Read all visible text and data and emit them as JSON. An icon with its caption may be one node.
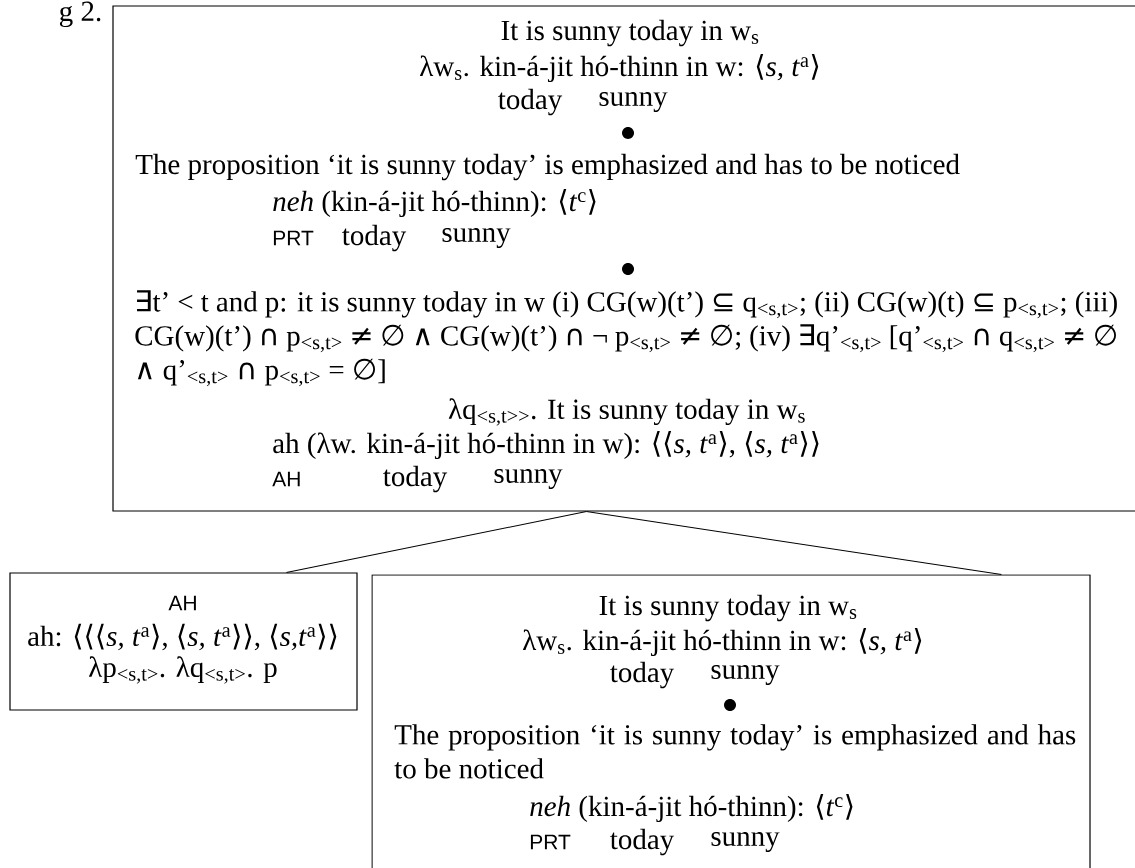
{
  "diagram": {
    "nodes": [
      {
        "beside": [
          "g 2."
        ],
        "text": [
          "It is sunny today in w$_{s}$",
          "λw$_{s}$. kin-á-jit hó-thinn in w: ⟨*s, t*$^{a}$⟩",
          "today",
          "sunny",
          "The proposition ‘it is sunny today’ is emphasized and has to be noticed",
          "*neh* (kin-á-jit hó-thinn): ⟨*t*$^{c}$⟩",
          "PRT",
          "today",
          "sunny",
          "∃t’ < t and p: it is sunny today in w (i) CG(w)(t’) ⊆ q$_{<s,t>}$; (ii) CG(w)(t) ⊆ p$_{<s,t>}$; (iii) CG(w)(t’) ∩ p$_{<s,t>}$ ≠ ∅  ∧ CG(w)(t’) ∩ ¬ p$_{<s,t>}$ ≠ ∅; (iv) ∃q’$_{<s,t>}$ [q’$_{<s,t>}$ ∩ q$_{<s,t>}$ ≠ ∅ ∧ q’$_{<s,t>}$ ∩ p$_{<s,t>}$ = ∅]",
          "λq$_{<s,t>>}$. It is sunny today in w$_{s}$",
          "ah (λw. kin-á-jit hó-thinn in w): ⟨⟨*s, t*$^{a}$⟩, ⟨*s, t*$^{a}$⟩⟩",
          "AH",
          "today",
          "sunny"
        ]
      },
      {
        "text": [
          "AH",
          "ah: ⟨⟨⟨*s, t*$^{a}$⟩, ⟨*s, t*$^{a}$⟩⟩, ⟨*s,t*$^{a}$⟩⟩",
          "λp$_{<s,t>}$. λq$_{<s,t>}$. p"
        ]
      },
      {
        "text": [
          "It is sunny today in w$_{s}$",
          "λw$_{s}$. kin-á-jit hó-thinn in w: ⟨*s, t*$^{a}$⟩",
          "today",
          "sunny",
          "The proposition ‘it is sunny today’ is emphasized and has to be noticed",
          "*neh* (kin-á-jit hó-thinn): ⟨*t*$^{c}$⟩",
          "PRT",
          "today",
          "sunny"
        ]
      }
    ],
    "edges": [
      {
        "from": 0,
        "to": 1,
        "arrow": "none"
      },
      {
        "from": 0,
        "to": 2,
        "arrow": "none"
      }
    ]
  }
}
